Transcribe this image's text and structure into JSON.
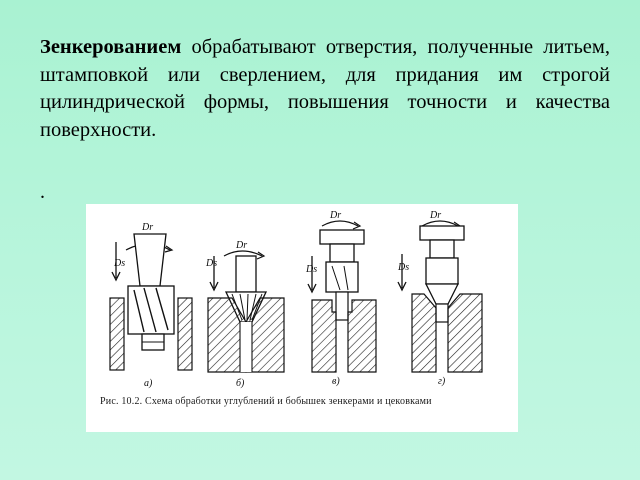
{
  "slide": {
    "paragraph": {
      "bold_term": "Зенкерованием",
      "rest": " обрабатывают отверстия, полученные литьем, штамповкой или сверлением, для придания им строгой цилиндрической формы, повышения точности и качества поверхности."
    },
    "stray_dot": "."
  },
  "figure": {
    "caption": "Рис. 10.2. Схема обработки углублений и бобышек зенкерами и цековками",
    "sub_labels": [
      "а)",
      "б)",
      "в)",
      "г)"
    ],
    "motion_labels": {
      "rotation": "Dr",
      "feed": "Ds"
    },
    "colors": {
      "ink": "#111111",
      "hatch": "#222222"
    }
  }
}
